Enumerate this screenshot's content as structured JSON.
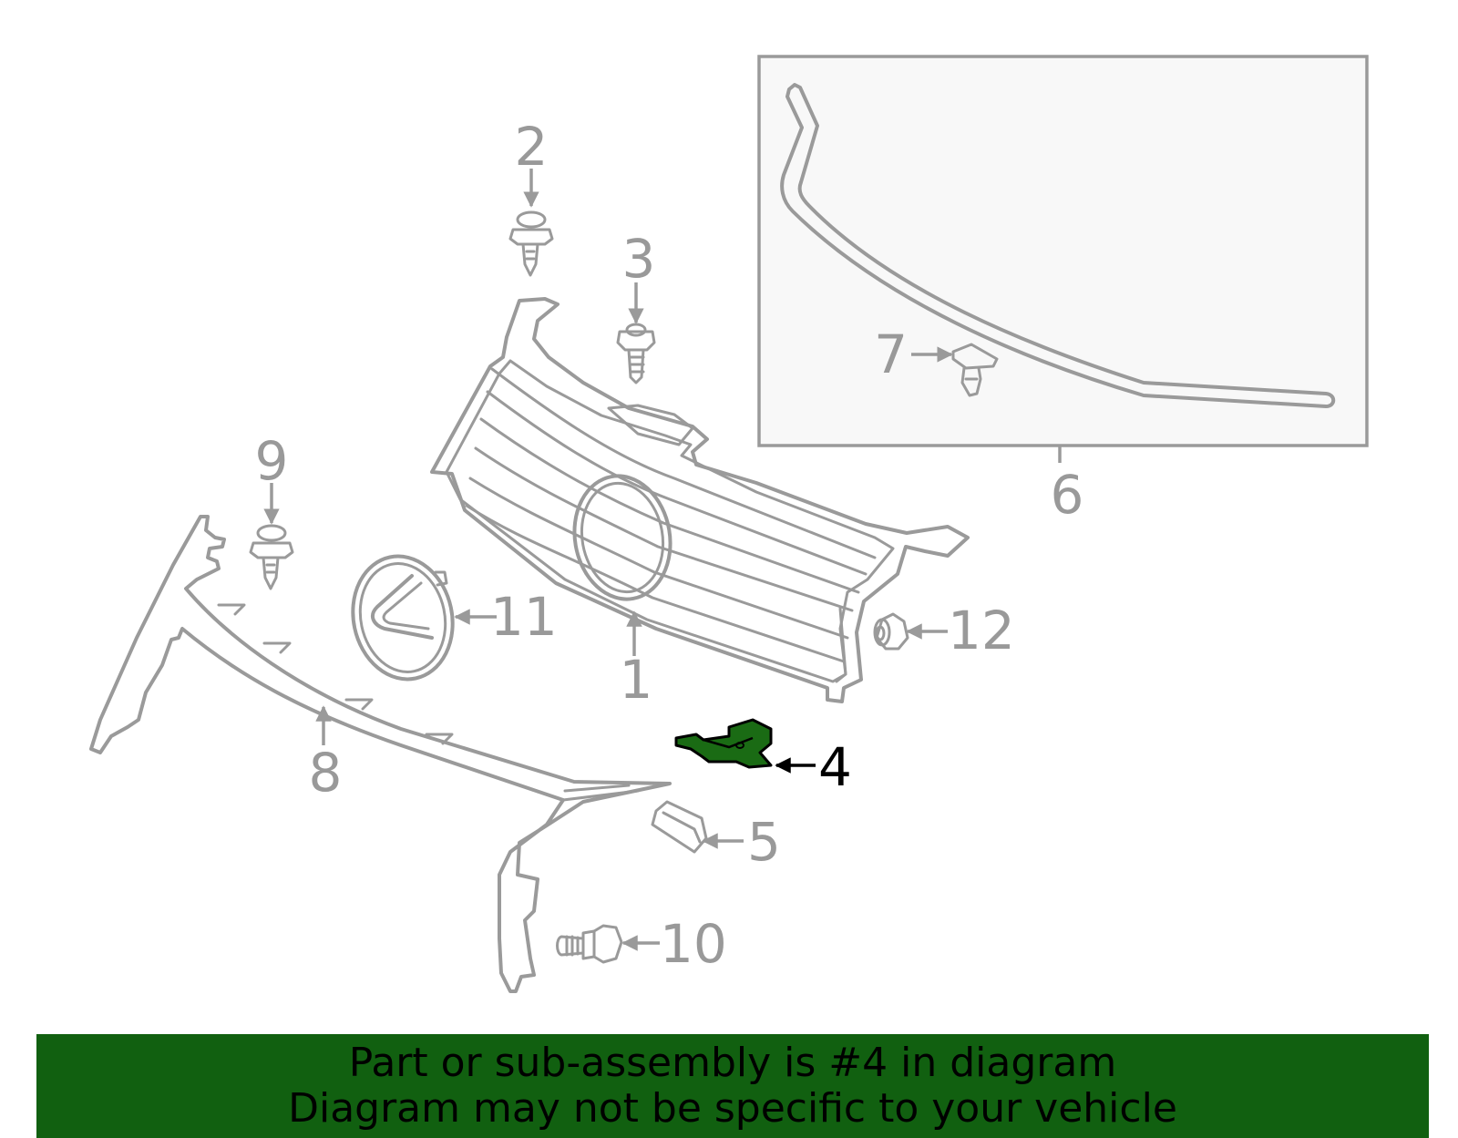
{
  "colors": {
    "line": "#9a9a9a",
    "label": "#999999",
    "highlight_fill": "#1a6b14",
    "highlight_label": "#000000",
    "inset_background": "#f8f8f8",
    "banner_background": "#116010",
    "banner_text": "#000000"
  },
  "diagram": {
    "highlighted_part": "4",
    "callouts": [
      "1",
      "2",
      "3",
      "4",
      "5",
      "6",
      "7",
      "8",
      "9",
      "10",
      "11",
      "12"
    ]
  },
  "banner": {
    "line1": "Part or sub-assembly is #4 in diagram",
    "line2": "Diagram may not be specific to your vehicle"
  }
}
